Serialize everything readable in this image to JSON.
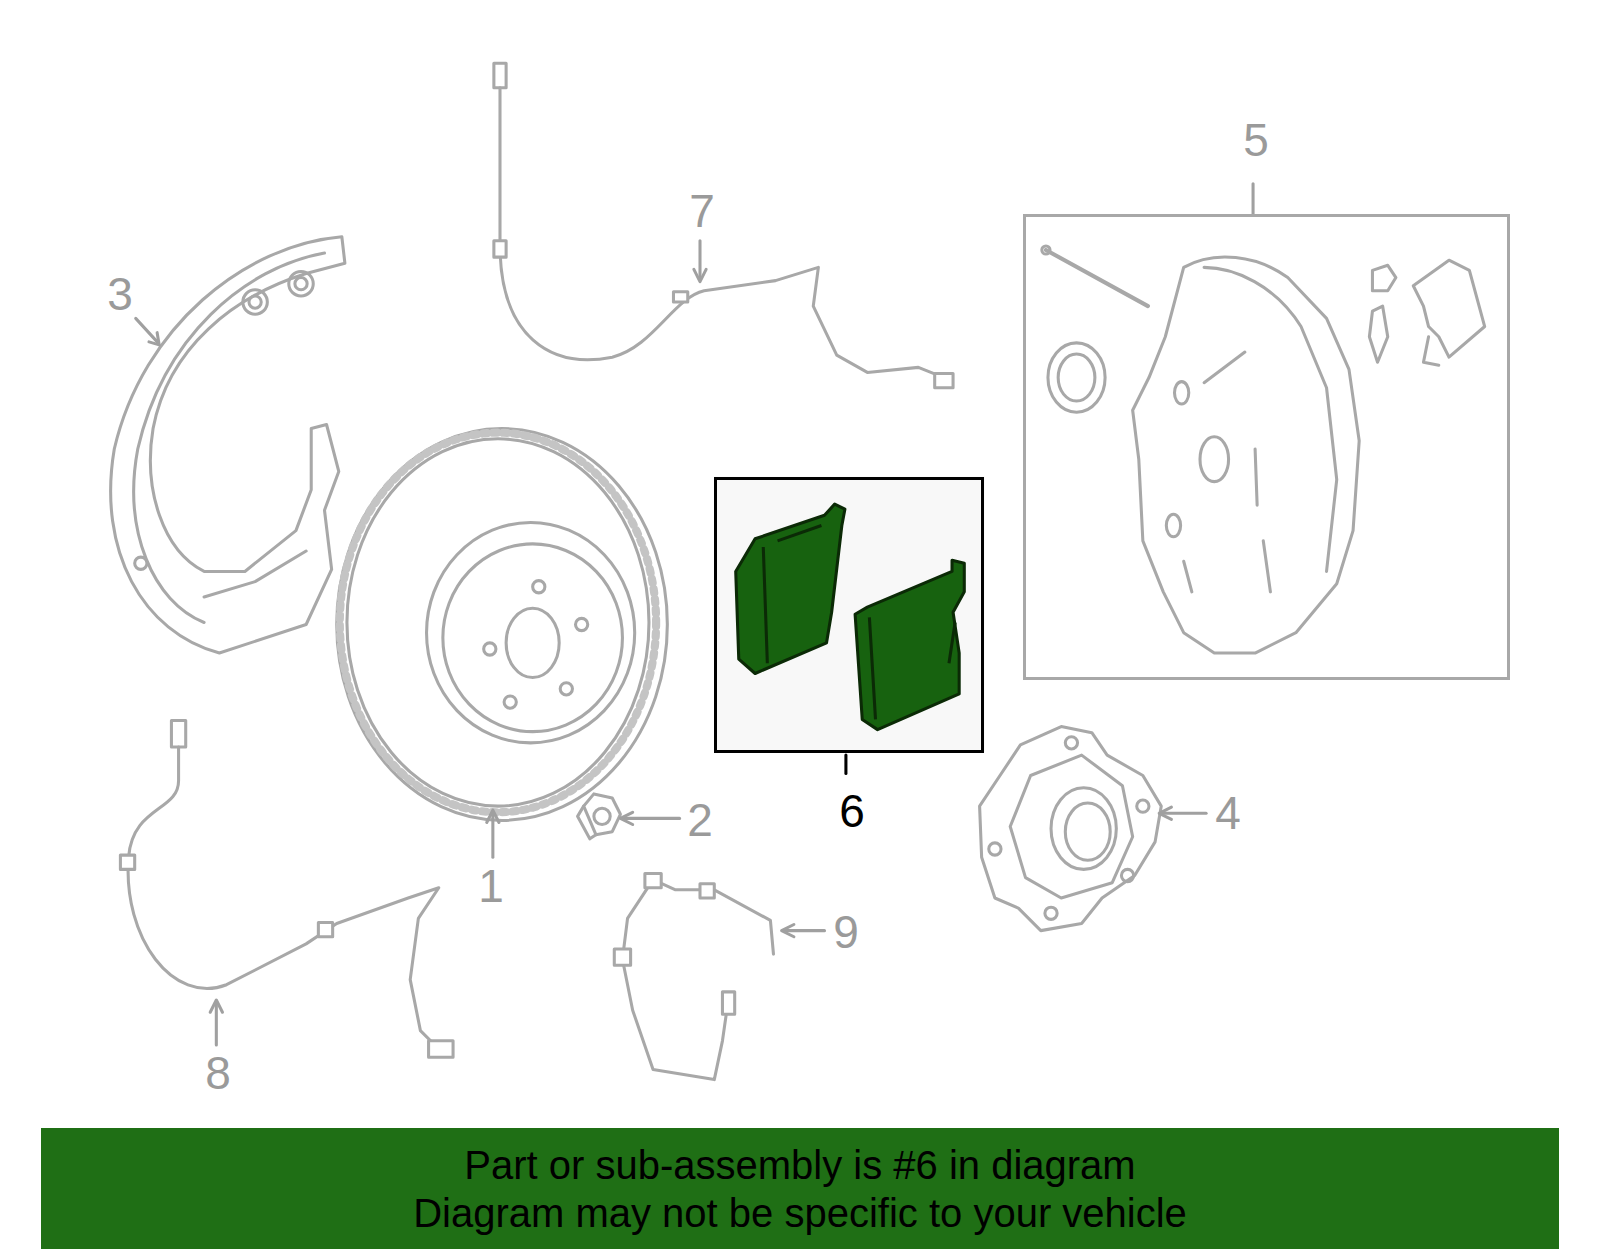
{
  "diagram": {
    "nodes": [
      {
        "text": [
          "5"
        ]
      },
      {
        "text": [
          "6"
        ]
      },
      {
        "text": [
          "Part or sub-assembly is #6 in diagram",
          "Diagram may not be specific to your vehicle"
        ]
      }
    ],
    "labels": [
      "3",
      "7",
      "1",
      "2",
      "8",
      "9",
      "4"
    ]
  }
}
